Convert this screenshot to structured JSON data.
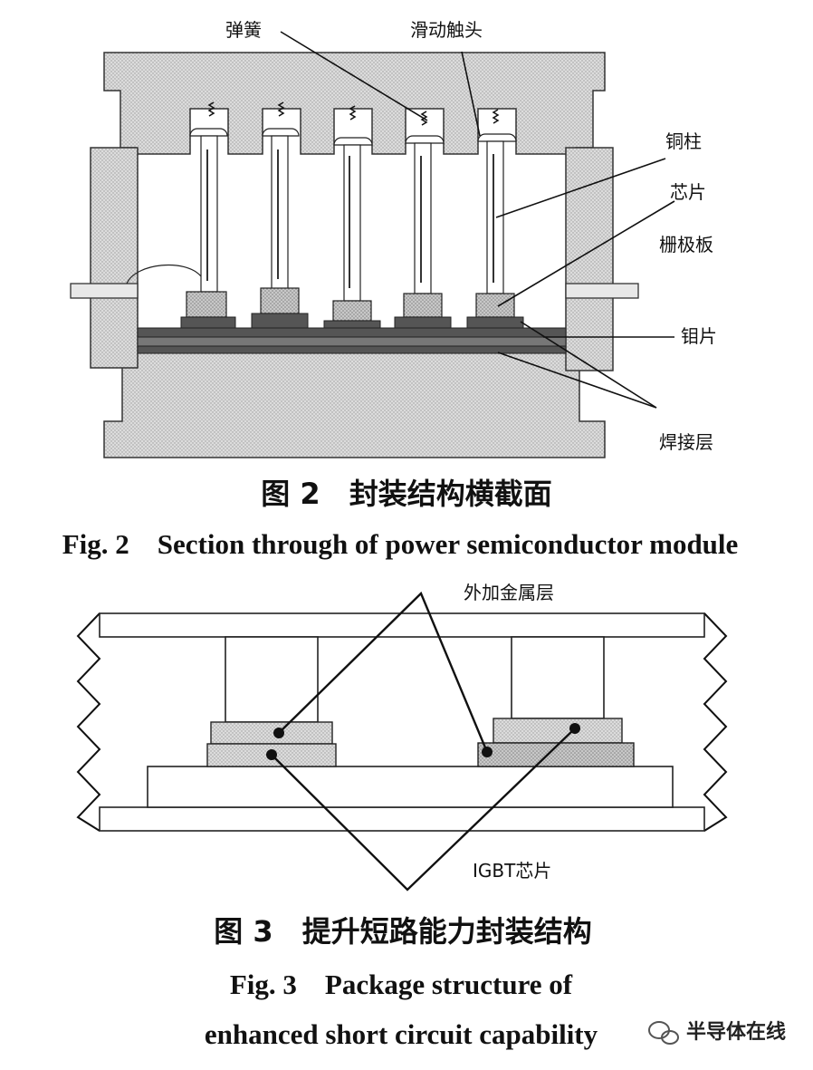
{
  "fig2": {
    "labels": {
      "spring": "弹簧",
      "slider": "滑动触头",
      "copper_pillar": "铜柱",
      "chip": "芯片",
      "gate_plate": "栅极板",
      "mo_plate": "钼片",
      "solder": "焊接层"
    },
    "caption_cn": "图 2　封装结构横截面",
    "caption_en": "Fig. 2　Section through of power semiconductor module"
  },
  "fig3": {
    "labels": {
      "metal_layer": "外加金属层",
      "igbt_chip": "IGBT芯片"
    },
    "caption_cn": "图 3　提升短路能力封装结构",
    "caption_en_line1": "Fig. 3　Package structure of",
    "caption_en_line2": "enhanced short circuit capability"
  },
  "watermark": {
    "text": "半导体在线"
  }
}
